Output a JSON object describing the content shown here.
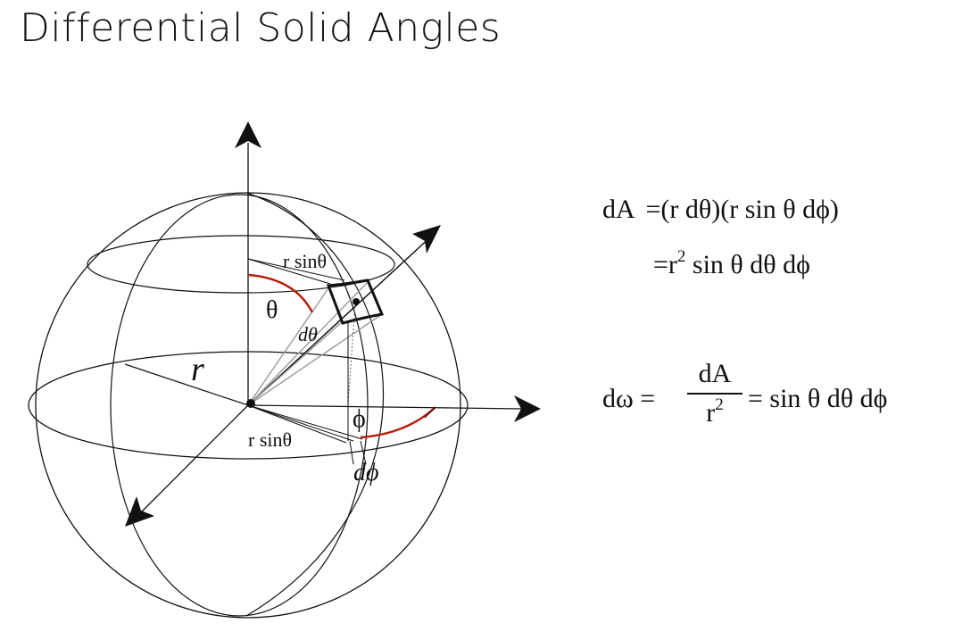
{
  "slide": {
    "title": "Differential Solid Angles"
  },
  "diagram": {
    "labels": {
      "r_sin_theta_top": "r sinθ",
      "theta": "θ",
      "d_theta": "dθ",
      "radius": "r",
      "phi": "ϕ",
      "r_sin_theta_bottom": "r sinθ",
      "d_phi": "dϕ"
    },
    "colors": {
      "ink": "#111111",
      "arc_red": "#b5200d",
      "ray_gray": "#9a9a9a"
    }
  },
  "equations": {
    "dA": {
      "lhs": "dA",
      "eq1": "=(r dθ)(r sin θ dϕ)",
      "eq2_prefix": "=r",
      "eq2_exp": "2",
      "eq2_suffix": " sin θ dθ dϕ"
    },
    "domega": {
      "lhs": "dω =",
      "num": "dA",
      "den_base": "r",
      "den_exp": "2",
      "rhs": "= sin θ dθ dϕ"
    }
  }
}
